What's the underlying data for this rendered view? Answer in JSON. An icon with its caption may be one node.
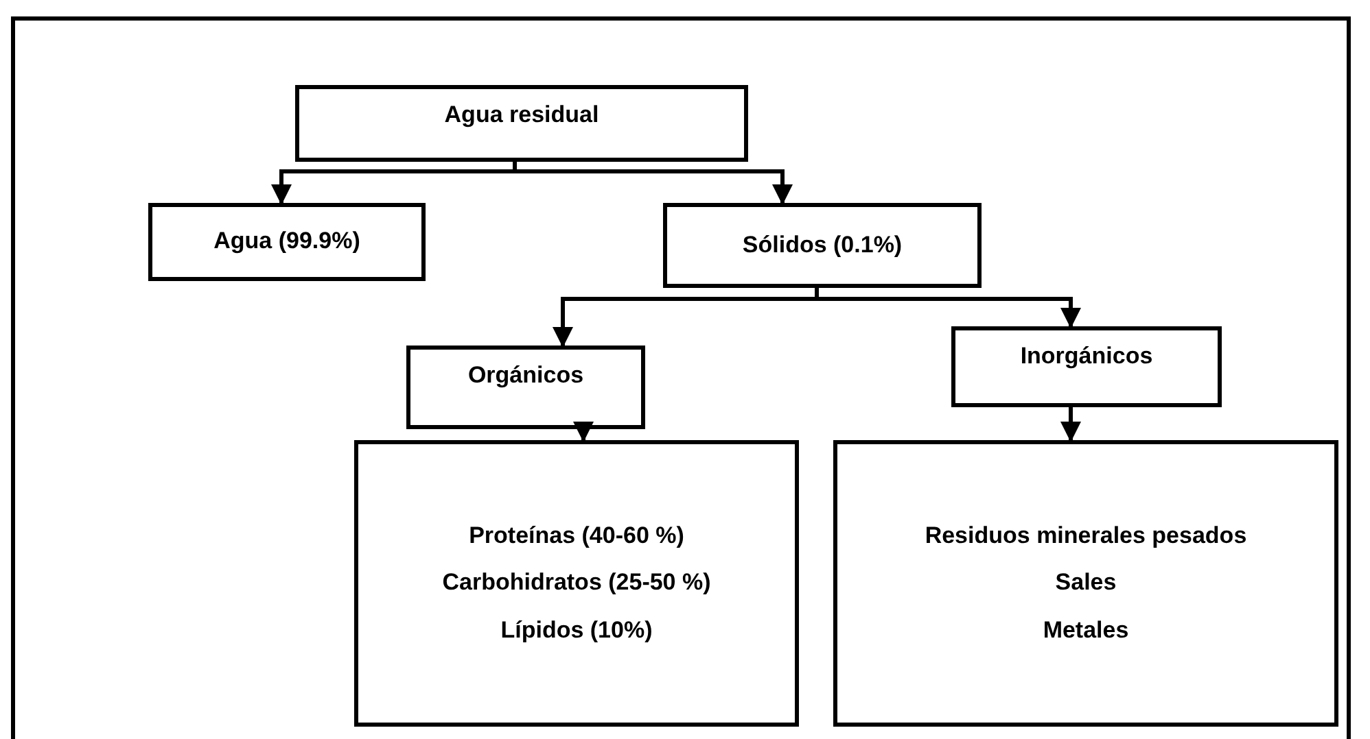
{
  "diagram": {
    "nodes": [
      {
        "text": [
          "Agua residual"
        ]
      },
      {
        "text": [
          "Agua (99.9%)"
        ]
      },
      {
        "text": [
          "Sólidos (0.1%)"
        ]
      },
      {
        "text": [
          "Orgánicos"
        ]
      },
      {
        "text": [
          "Inorgánicos"
        ]
      },
      {
        "text": [
          "Proteínas (40-60 %)",
          "Carbohidratos (25-50 %)",
          "Lípidos (10%)"
        ]
      },
      {
        "text": [
          "Residuos minerales pesados",
          "Sales",
          "Metales"
        ]
      }
    ],
    "edges": [
      {
        "from": 0,
        "to": 1,
        "arrow": "to"
      },
      {
        "from": 0,
        "to": 2,
        "arrow": "to"
      },
      {
        "from": 2,
        "to": 3,
        "arrow": "to"
      },
      {
        "from": 2,
        "to": 4,
        "arrow": "to"
      },
      {
        "from": 3,
        "to": 5,
        "arrow": "to"
      },
      {
        "from": 4,
        "to": 6,
        "arrow": "to"
      }
    ]
  }
}
